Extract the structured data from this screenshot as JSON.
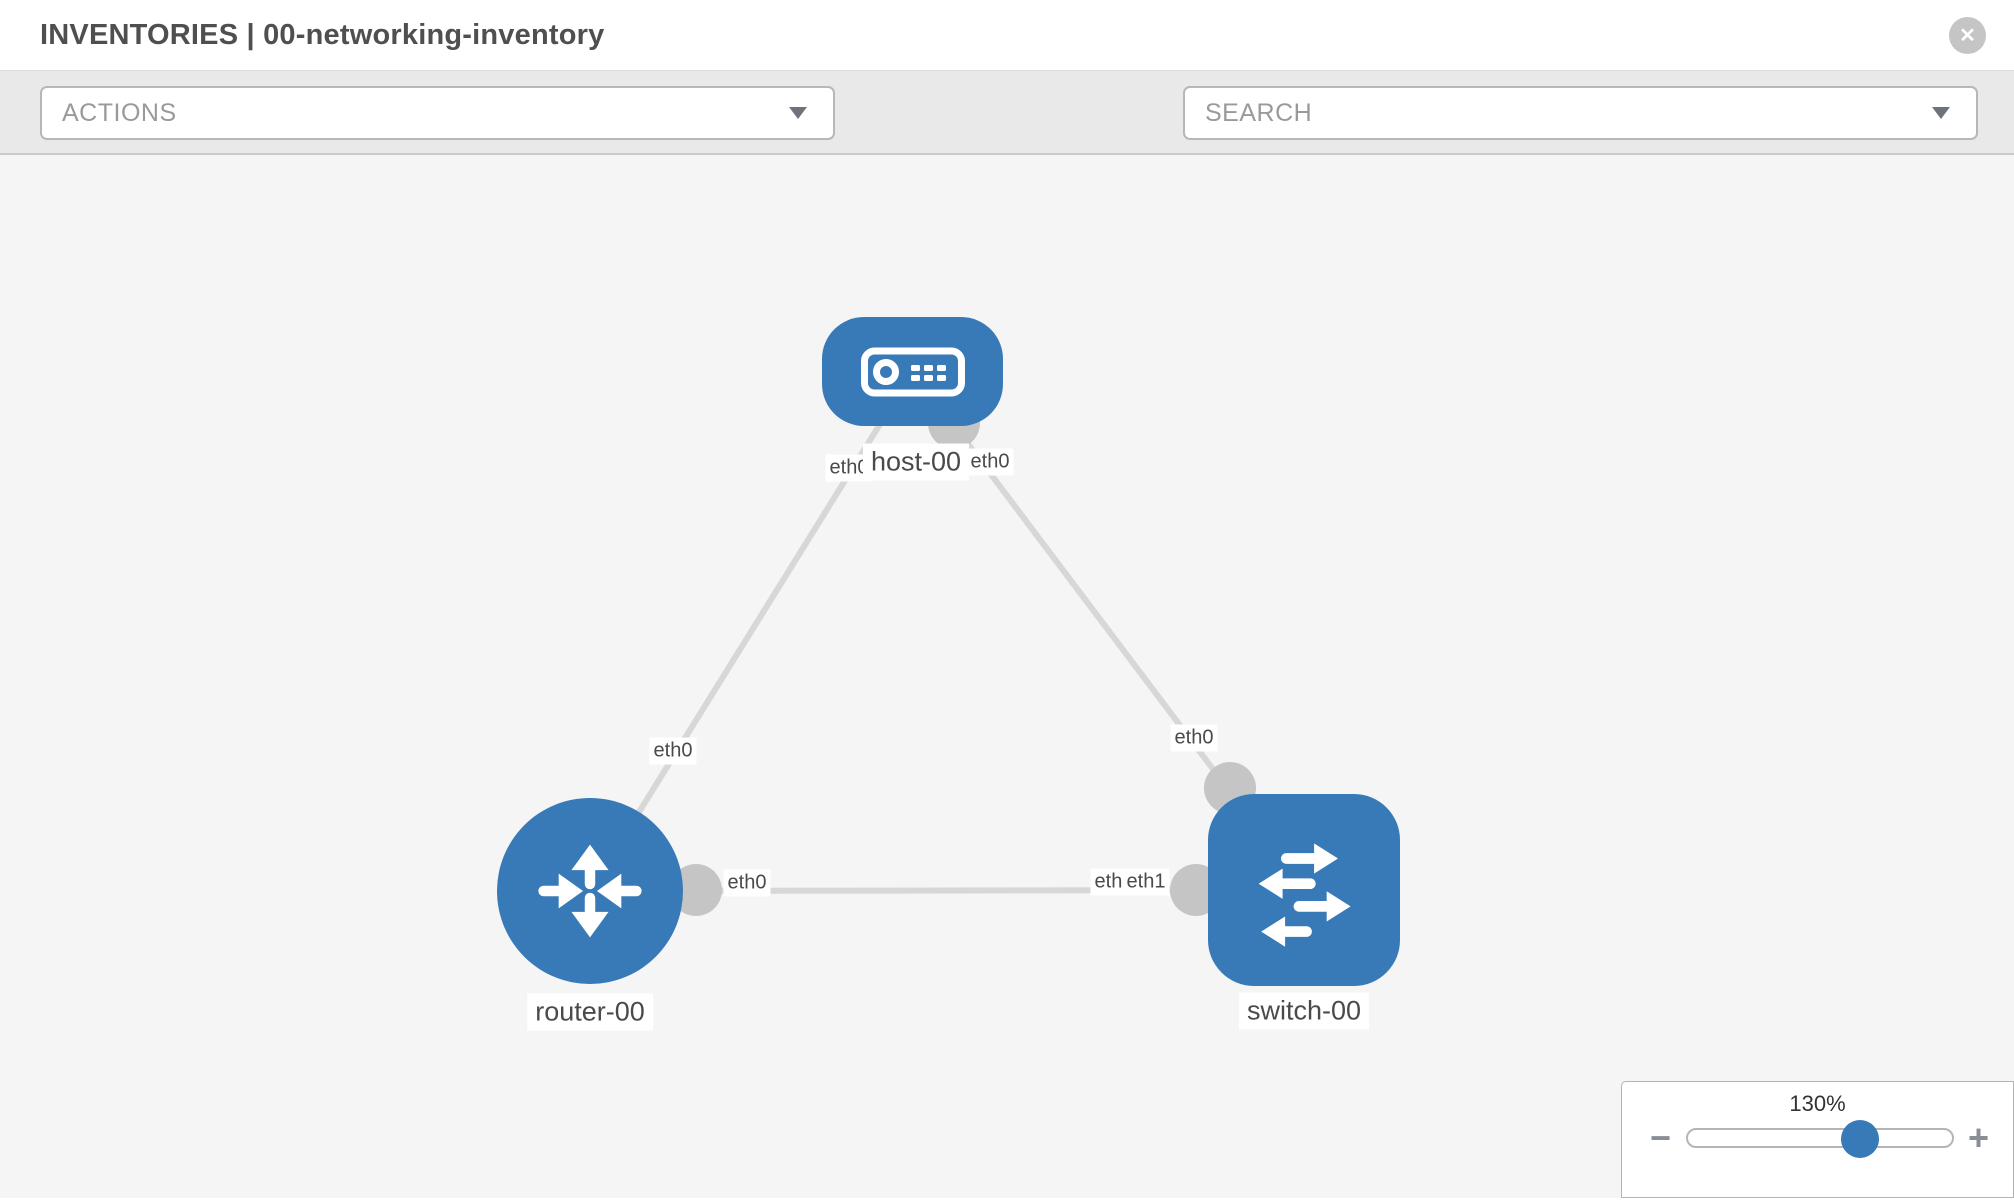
{
  "header": {
    "title": "INVENTORIES | 00-networking-inventory"
  },
  "toolbar": {
    "actions_label": "ACTIONS",
    "search_placeholder": "SEARCH",
    "icons": [
      "wrench-icon",
      "key-icon"
    ]
  },
  "diagram": {
    "nodes": [
      {
        "label": "host-00",
        "type": "host"
      },
      {
        "label": "router-00",
        "type": "router"
      },
      {
        "label": "switch-00",
        "type": "switch"
      }
    ],
    "links": [
      {
        "source": "host-00",
        "target": "router-00",
        "source_interface": "eth0",
        "target_interface": "eth0"
      },
      {
        "source": "host-00",
        "target": "switch-00",
        "source_interface": "eth0",
        "target_interface": "eth0"
      },
      {
        "source": "router-00",
        "target": "switch-00",
        "source_interface": "eth0",
        "target_interface": "eth1",
        "target_interface_overlapped": "eth0"
      }
    ]
  },
  "zoom_control": {
    "value": "130%",
    "percent": 130,
    "minus": "−",
    "plus": "+"
  },
  "colors": {
    "node_blue": "#377ab7",
    "link_gray": "#d7d7d7",
    "port_gray": "#c5c5c5",
    "canvas_bg": "#f5f5f5",
    "toolbar_bg": "#e9e9e9"
  }
}
